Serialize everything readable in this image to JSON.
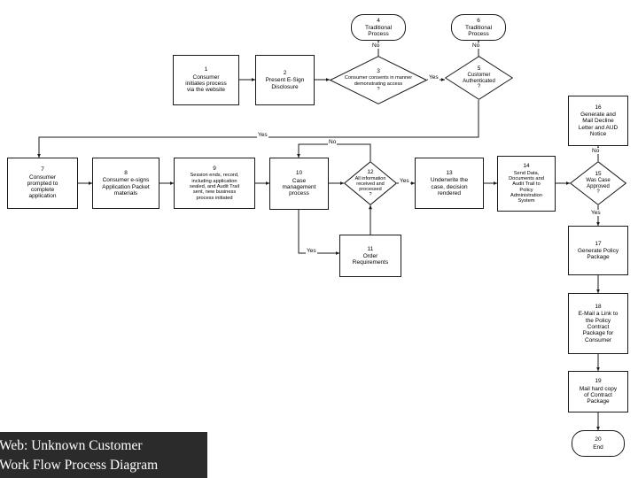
{
  "diagram": {
    "caption_line1": "Web: Unknown Customer",
    "caption_line2": "Work Flow Process Diagram",
    "stroke_color": "#1a1a1a",
    "background_color": "#ffffff",
    "caption_background": "#2b2b2b",
    "caption_color": "#ffffff"
  },
  "nodes": [
    {
      "id": "n1",
      "number": "1",
      "shape": "process",
      "text": "Consumer\ninitiates process\nvia the website"
    },
    {
      "id": "n2",
      "number": "2",
      "shape": "process",
      "text": "Present E-Sign\nDisclosure"
    },
    {
      "id": "n3",
      "number": "3",
      "shape": "decision",
      "text": "Consumer consents in manner\ndemonstrating access\n?"
    },
    {
      "id": "n4",
      "number": "4",
      "shape": "terminal",
      "text": "Traditional\nProcess"
    },
    {
      "id": "n5",
      "number": "5",
      "shape": "decision",
      "text": "Customer\nAuthenticated\n?"
    },
    {
      "id": "n6",
      "number": "6",
      "shape": "terminal",
      "text": "Traditional\nProcess"
    },
    {
      "id": "n7",
      "number": "7",
      "shape": "process",
      "text": "Consumer\nprompted to\ncomplete\napplication"
    },
    {
      "id": "n8",
      "number": "8",
      "shape": "process",
      "text": "Consumer e-signs\nApplication Packet\nmaterials"
    },
    {
      "id": "n9",
      "number": "9",
      "shape": "process",
      "text": "Session ends, record,\nincluding application\nsealed, and Audit Trail\nsent, new business\nprocess initiated"
    },
    {
      "id": "n10",
      "number": "10",
      "shape": "process",
      "text": "Case\nmanagement\nprocess"
    },
    {
      "id": "n11",
      "number": "11",
      "shape": "process",
      "text": "Order\nRequirements"
    },
    {
      "id": "n12",
      "number": "12",
      "shape": "decision",
      "text": "All information\nreceived and\nprocessed\n?"
    },
    {
      "id": "n13",
      "number": "13",
      "shape": "process",
      "text": "Underwrite the\ncase, decision\nrendered"
    },
    {
      "id": "n14",
      "number": "14",
      "shape": "process",
      "text": "Send Data,\nDocuments and\nAudit Trail to\nPolicy\nAdministration\nSystem"
    },
    {
      "id": "n15",
      "number": "15",
      "shape": "decision",
      "text": "Was Case\nApproved\n?"
    },
    {
      "id": "n16",
      "number": "16",
      "shape": "process",
      "text": "Generate and\nMail Decline\nLetter and AUD\nNotice"
    },
    {
      "id": "n17",
      "number": "17",
      "shape": "process",
      "text": "Generate Policy\nPackage"
    },
    {
      "id": "n18",
      "number": "18",
      "shape": "process",
      "text": "E-Mail a Link to\nthe Policy\nContract\nPackage for\nConsumer"
    },
    {
      "id": "n19",
      "number": "19",
      "shape": "process",
      "text": "Mail hard copy\nof Contract\nPackage"
    },
    {
      "id": "n20",
      "number": "20",
      "shape": "terminal",
      "text": "End"
    }
  ],
  "edge_labels": [
    {
      "id": "e-3-4",
      "label": "No"
    },
    {
      "id": "e-3-5",
      "label": "Yes"
    },
    {
      "id": "e-5-6",
      "label": "No"
    },
    {
      "id": "e-5-7",
      "label": "Yes"
    },
    {
      "id": "e-12-10",
      "label": "No"
    },
    {
      "id": "e-12-13",
      "label": "Yes"
    },
    {
      "id": "e-10-11",
      "label": "Yes"
    },
    {
      "id": "e-15-16",
      "label": "No"
    },
    {
      "id": "e-15-17",
      "label": "Yes"
    }
  ]
}
